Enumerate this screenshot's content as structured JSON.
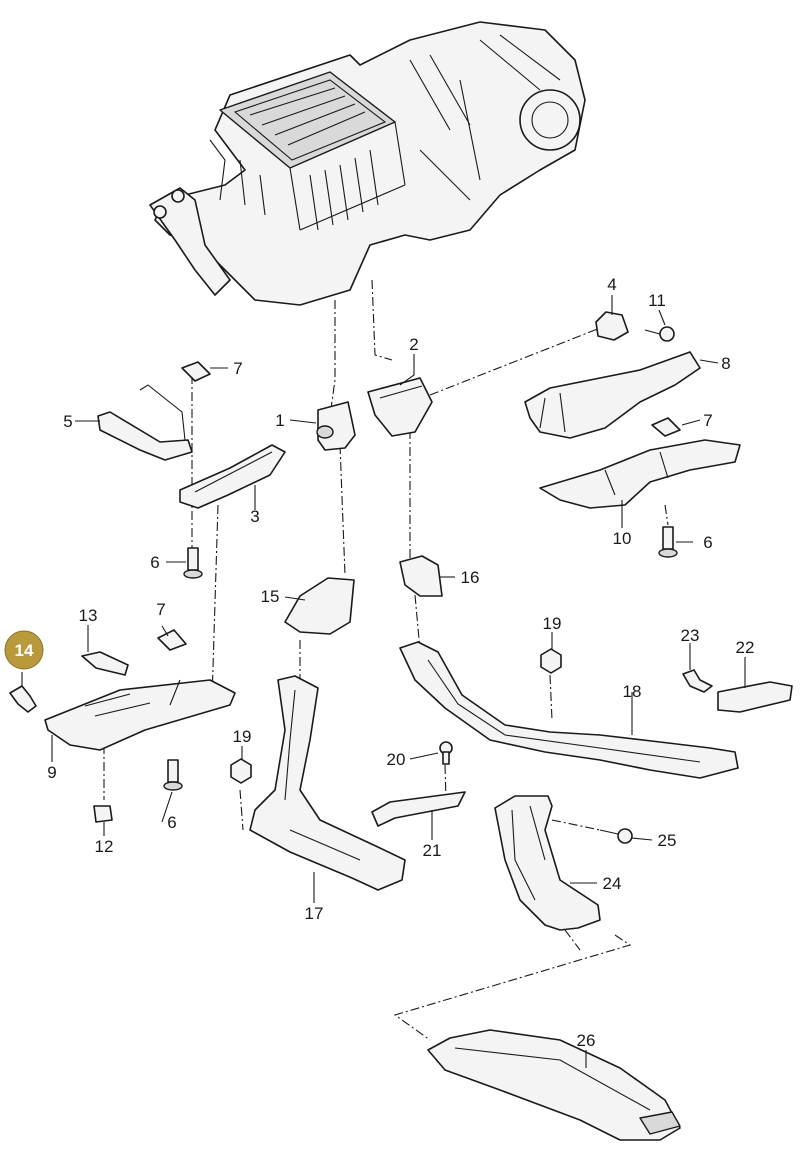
{
  "highlight": {
    "label": "14",
    "color": "#b89a3c"
  },
  "callouts": [
    {
      "id": "c1",
      "label": "1"
    },
    {
      "id": "c2",
      "label": "2"
    },
    {
      "id": "c3",
      "label": "3"
    },
    {
      "id": "c4",
      "label": "4"
    },
    {
      "id": "c5",
      "label": "5"
    },
    {
      "id": "c6a",
      "label": "6"
    },
    {
      "id": "c6b",
      "label": "6"
    },
    {
      "id": "c6c",
      "label": "6"
    },
    {
      "id": "c7a",
      "label": "7"
    },
    {
      "id": "c7b",
      "label": "7"
    },
    {
      "id": "c7c",
      "label": "7"
    },
    {
      "id": "c8",
      "label": "8"
    },
    {
      "id": "c9",
      "label": "9"
    },
    {
      "id": "c10",
      "label": "10"
    },
    {
      "id": "c11",
      "label": "11"
    },
    {
      "id": "c12",
      "label": "12"
    },
    {
      "id": "c13",
      "label": "13"
    },
    {
      "id": "c15",
      "label": "15"
    },
    {
      "id": "c16",
      "label": "16"
    },
    {
      "id": "c17",
      "label": "17"
    },
    {
      "id": "c18",
      "label": "18"
    },
    {
      "id": "c19a",
      "label": "19"
    },
    {
      "id": "c19b",
      "label": "19"
    },
    {
      "id": "c20",
      "label": "20"
    },
    {
      "id": "c21",
      "label": "21"
    },
    {
      "id": "c22",
      "label": "22"
    },
    {
      "id": "c23",
      "label": "23"
    },
    {
      "id": "c24",
      "label": "24"
    },
    {
      "id": "c25",
      "label": "25"
    },
    {
      "id": "c26",
      "label": "26"
    }
  ]
}
